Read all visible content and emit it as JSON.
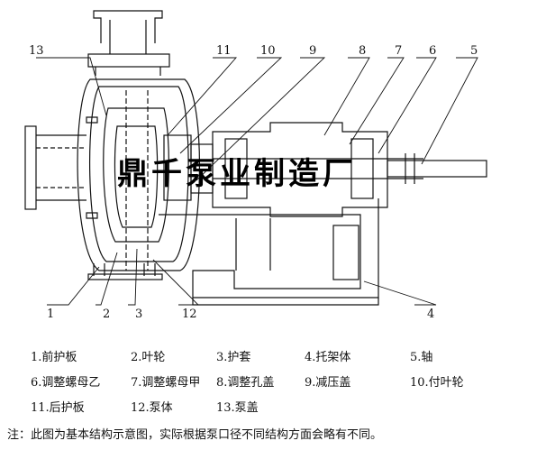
{
  "watermark": "鼎千泵业制造厂",
  "callouts": [
    "13",
    "11",
    "10",
    "9",
    "8",
    "7",
    "6",
    "5",
    "1",
    "2",
    "3",
    "12",
    "4"
  ],
  "legend": [
    "1.前护板",
    "2.叶轮",
    "3.护套",
    "4.托架体",
    "5.轴",
    "6.调整螺母乙",
    "7.调整螺母甲",
    "8.调整孔盖",
    "9.减压盖",
    "10.付叶轮",
    "11.后护板",
    "12.泵体",
    "13.泵盖"
  ],
  "note": "注：此图为基本结构示意图，实际根据泵口径不同结构方面会略有不同。"
}
